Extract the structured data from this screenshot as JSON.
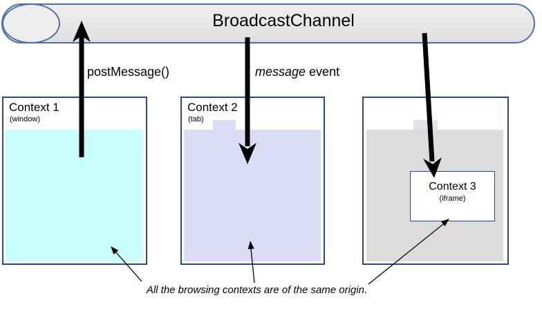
{
  "channel": {
    "title": "BroadcastChannel"
  },
  "labels": {
    "post_message": "postMessage()",
    "message_word": "message",
    "event_word": " event"
  },
  "contexts": {
    "context1": {
      "title": "Context 1",
      "subtitle": "(window)",
      "fill": "#c9ffff"
    },
    "context2": {
      "title": "Context 2",
      "subtitle": "(tab)",
      "fill": "#dcdcf5"
    },
    "context3_outer": {
      "fill": "#dcdcdc"
    },
    "iframe": {
      "title": "Context 3",
      "subtitle": "(iframe)"
    }
  },
  "caption": {
    "text": "All the browsing contexts are of the same origin."
  },
  "colors": {
    "pipe_border": "#4a6fa8",
    "pipe_fill": "#e9e9e9",
    "box_border": "#274a7d",
    "arrow": "#000000",
    "background": "#ffffff"
  }
}
